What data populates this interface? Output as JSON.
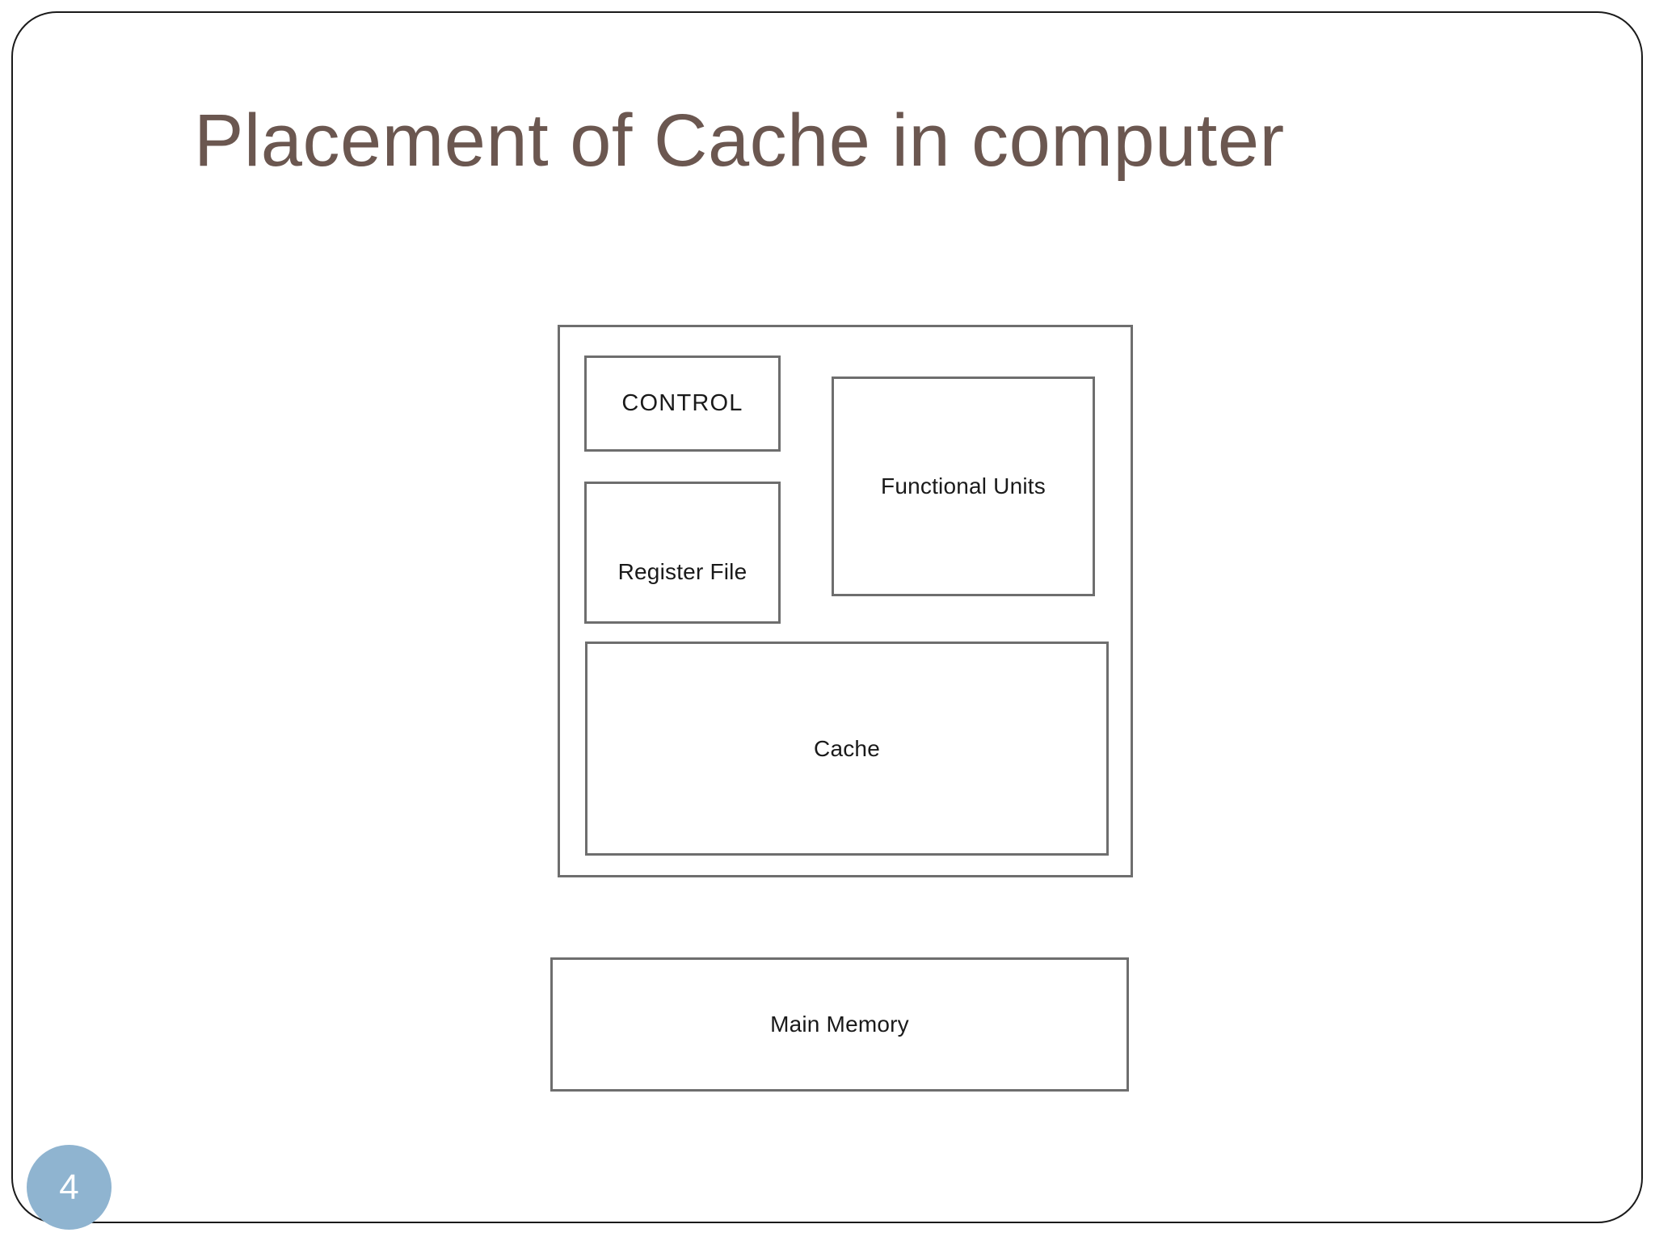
{
  "slide": {
    "title": "Placement of Cache in computer",
    "title_color": "#6B5750",
    "page_number": "4",
    "page_badge_color": "#8FB4D0",
    "background_color": "#ffffff",
    "border_color": "#1a1a1a"
  },
  "diagram": {
    "type": "block-diagram",
    "box_border_color": "#6e6e6e",
    "label_color": "#1a1a1a",
    "blocks": [
      {
        "id": "cpu",
        "label": "",
        "role": "processor-chassis-outer-box"
      },
      {
        "id": "control",
        "label": "CONTROL",
        "role": "control-unit"
      },
      {
        "id": "register_file",
        "label": "Register File",
        "role": "register-file"
      },
      {
        "id": "functional_units",
        "label": "Functional Units",
        "role": "functional-units"
      },
      {
        "id": "cache",
        "label": "Cache",
        "role": "cache"
      },
      {
        "id": "main_memory",
        "label": "Main Memory",
        "role": "main-memory"
      }
    ]
  }
}
